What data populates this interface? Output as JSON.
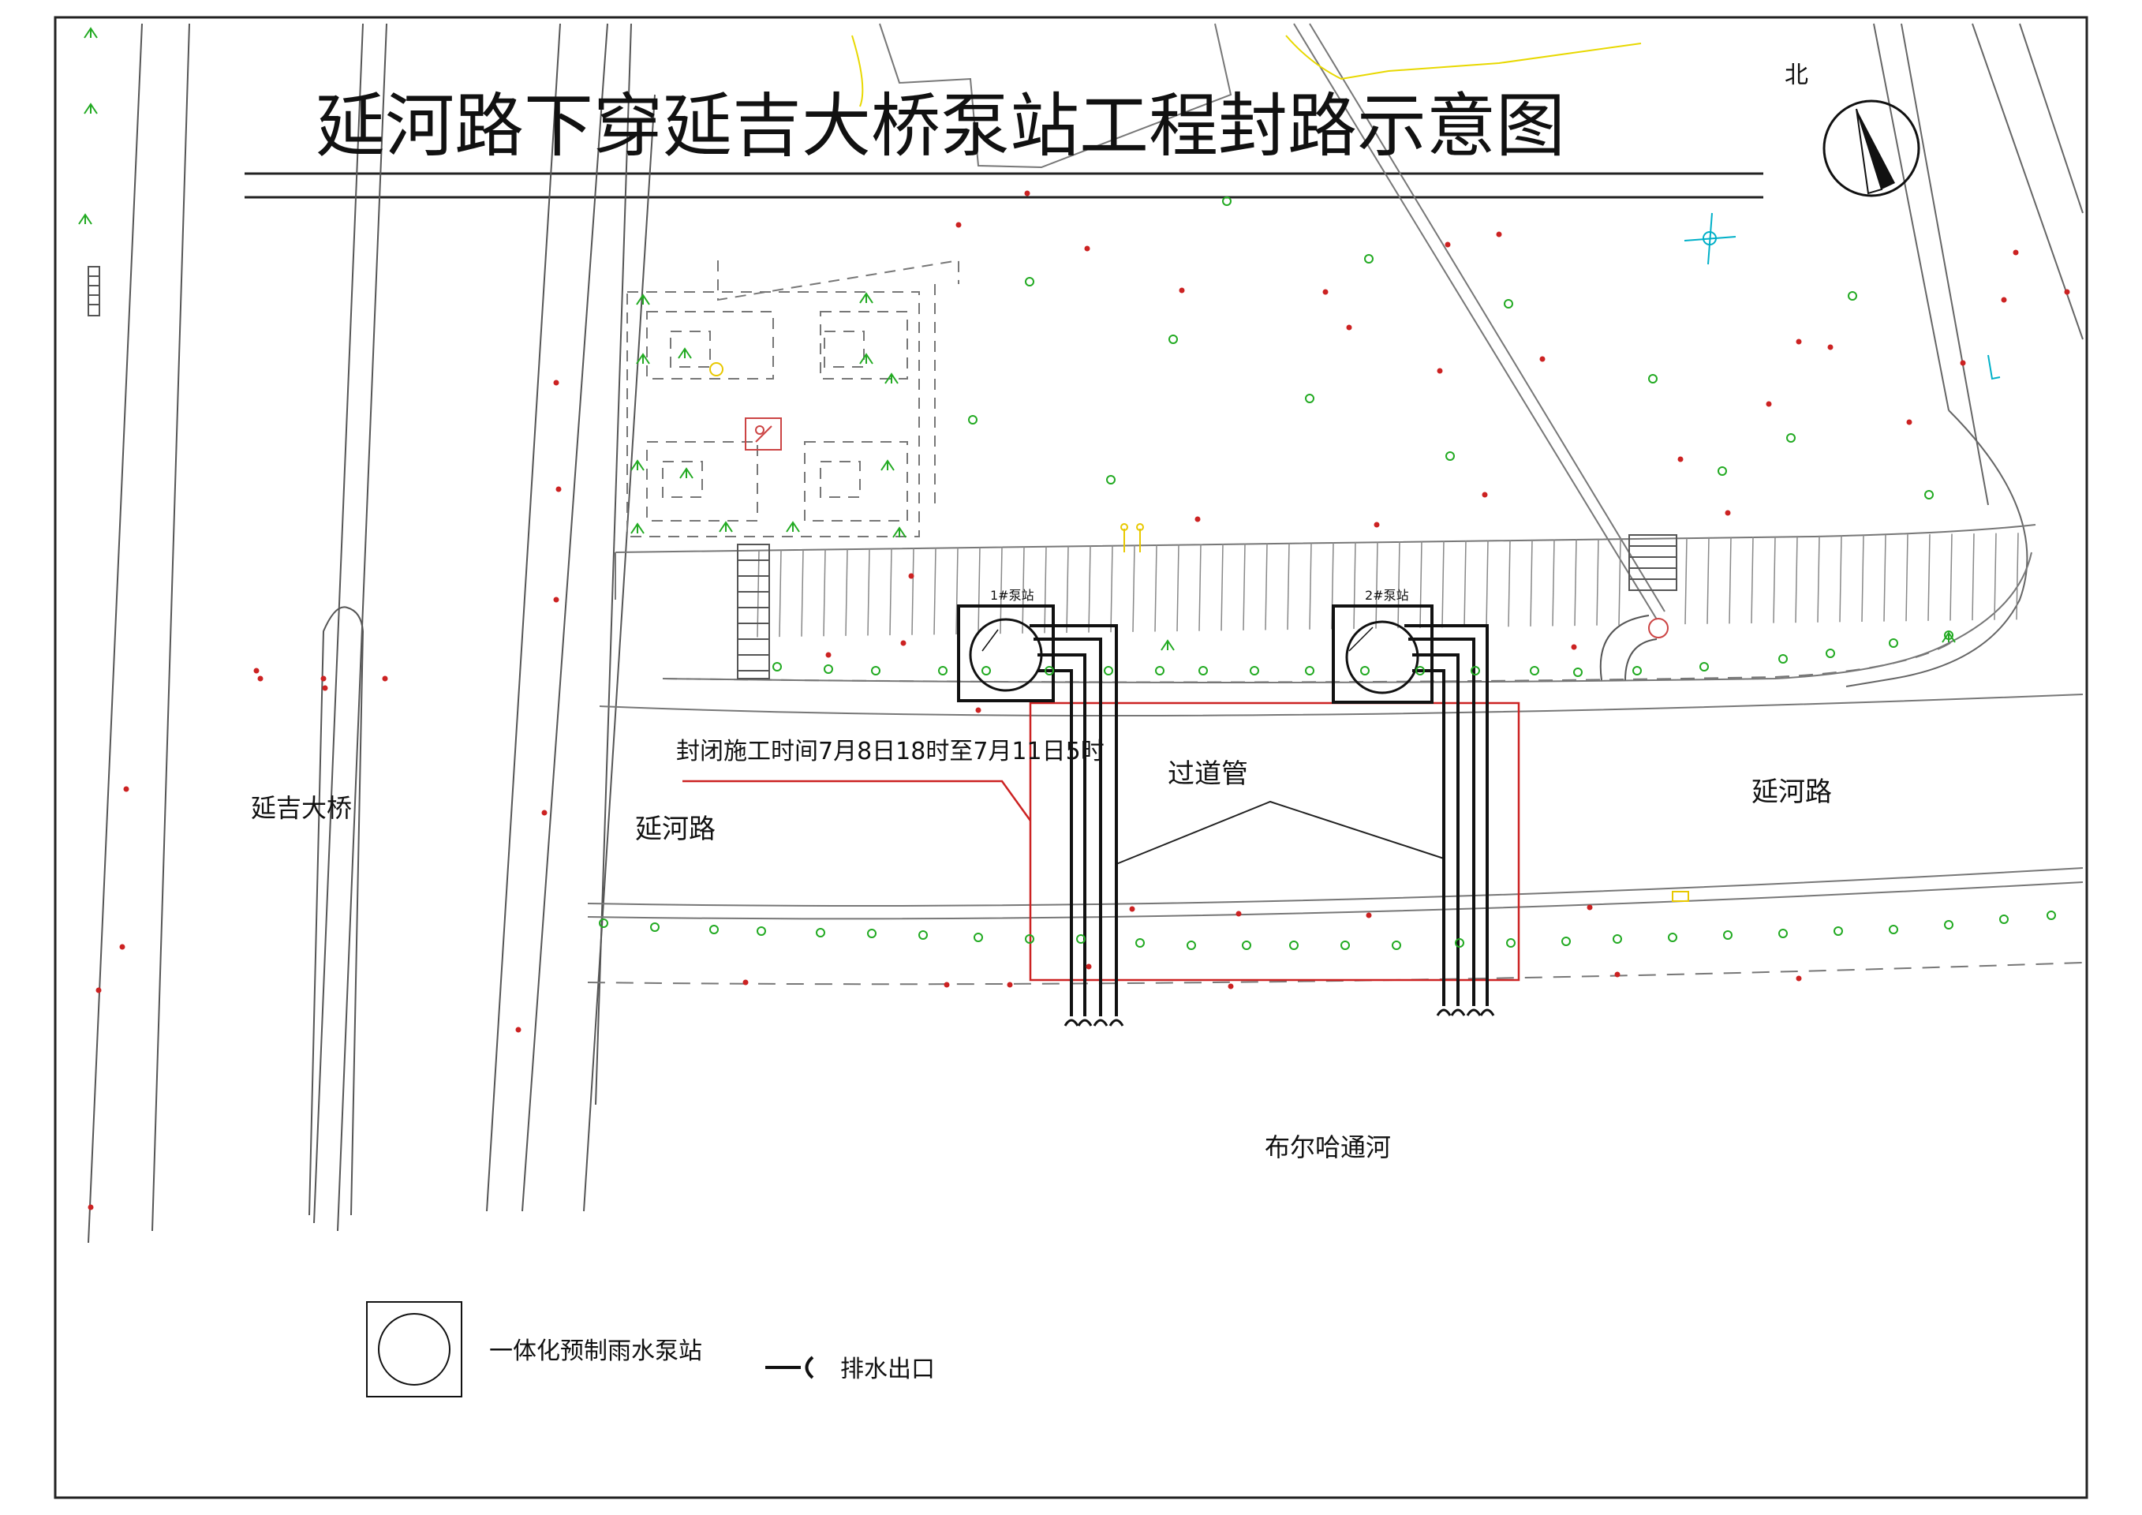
{
  "title": "延河路下穿延吉大桥泵站工程封路示意图",
  "north_label": "北",
  "labels": {
    "bridge": "延吉大桥",
    "road_left": "延河路",
    "road_right": "延河路",
    "river": "布尔哈通河",
    "closure_time": "封闭施工时间7月8日18时至7月11日5时",
    "crossing_pipe": "过道管",
    "pump1": "1#泵站",
    "pump2": "2#泵站"
  },
  "legend": {
    "pump_station": "一体化预制雨水泵站",
    "outlet": "排水出口"
  },
  "colors": {
    "line": "#222222",
    "grey_line": "#777777",
    "closure_box": "#cc2222",
    "tree_green": "#22aa22",
    "dot_red": "#cc2222",
    "cyan": "#00b0c8",
    "yellow": "#e8d800"
  }
}
